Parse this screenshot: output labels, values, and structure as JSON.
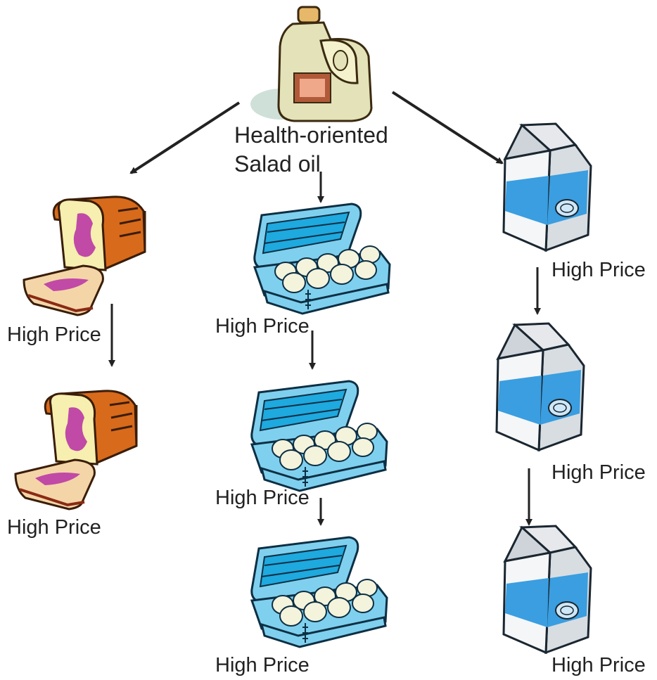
{
  "title": {
    "line1": "Health-oriented",
    "line2": "Salad oil"
  },
  "labels": {
    "bread_1": "High Price",
    "bread_2": "High Price",
    "eggs_1": "High Price",
    "eggs_2": "High Price",
    "eggs_3": "High Price",
    "milk_1": "High Price",
    "milk_2": "High Price",
    "milk_3": "High Price"
  },
  "icons": {
    "source": "salad-oil-bottle-icon",
    "bread": "bread-loaf-icon",
    "eggs": "egg-carton-icon",
    "milk": "milk-carton-icon"
  },
  "colors": {
    "arrow": "#222222",
    "oil": "#e4e2b8",
    "bread_crust": "#d86a1c",
    "bread_jam": "#c04aa6",
    "egg_carton": "#7fd0ee",
    "milk_blue": "#3a9ee0"
  }
}
